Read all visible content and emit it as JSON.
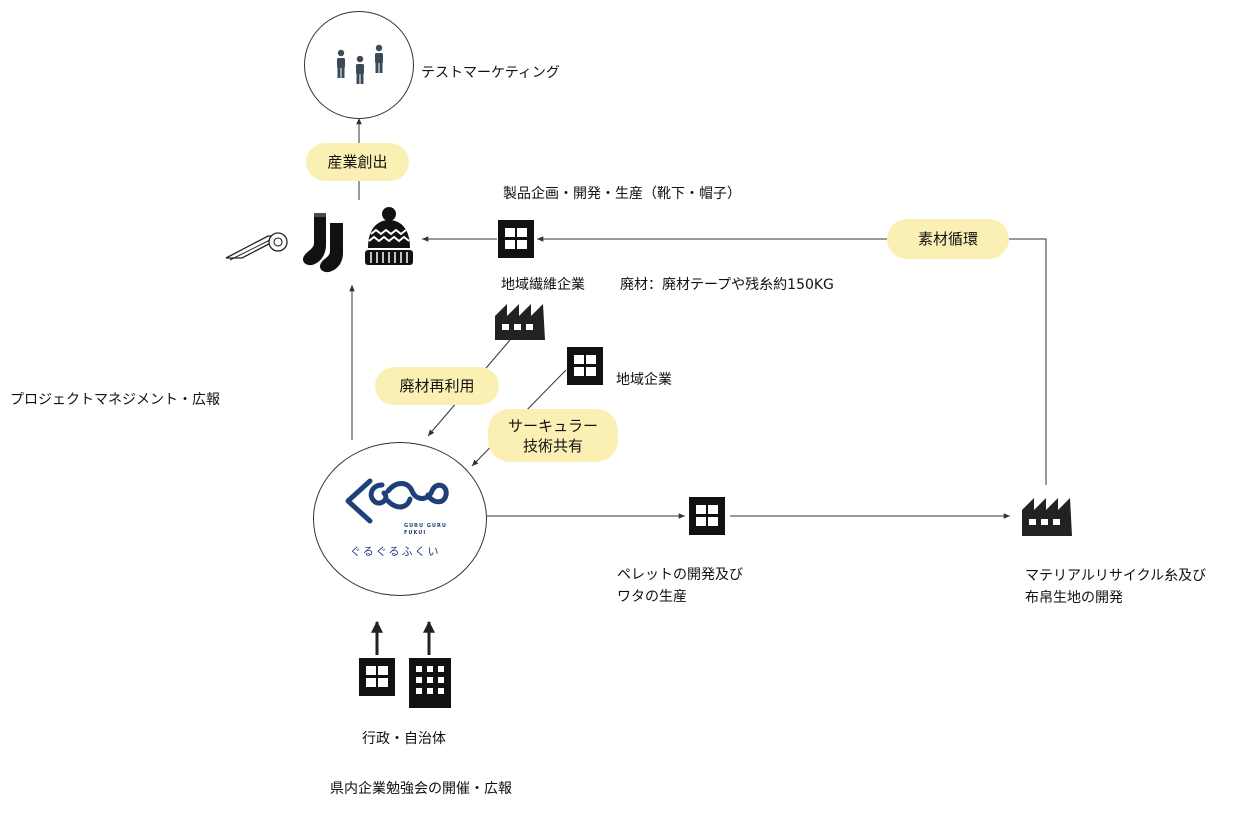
{
  "labels": {
    "test_marketing": "テストマーケティング",
    "product_planning": "製品企画・開発・生産（靴下・帽子）",
    "regional_textile": "地域繊維企業",
    "waste_material": "廃材：廃材テープや残糸約150KG",
    "regional_company": "地域企業",
    "project_mgmt": "プロジェクトマネジメント・広報",
    "pellet_line1": "ペレットの開発及び",
    "pellet_line2": "ワタの生産",
    "recycle_line1": "マテリアルリサイクル糸及び",
    "recycle_line2": "布帛生地の開発",
    "government": "行政・自治体",
    "study_session": "県内企業勉強会の開催・広報"
  },
  "pills": {
    "industry_creation": "産業創出",
    "material_circulation": "素材循環",
    "waste_reuse": "廃材再利用",
    "circular_line1": "サーキュラー",
    "circular_line2": "技術共有"
  },
  "logo": {
    "name": "ぐるぐるふくい",
    "small_line1": "GURU GURU",
    "small_line2": "FUKUI"
  },
  "colors": {
    "pill": "#fbf0b3",
    "logo": "#1f3f7a",
    "line": "#333333"
  }
}
